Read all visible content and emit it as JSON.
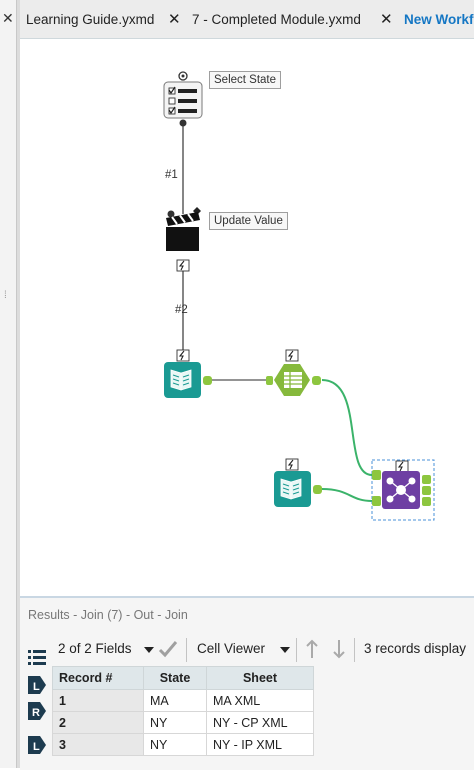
{
  "tabs": [
    {
      "label": "Learning Guide.yxmd",
      "close": "✕"
    },
    {
      "label": "7 - Completed Module.yxmd",
      "close": "✕"
    },
    {
      "label": "New Workf",
      "active": true
    }
  ],
  "left_pane": {
    "close": "✕",
    "grip": "⁞"
  },
  "canvas": {
    "annotations": {
      "select_state": "Select State",
      "update_value": "Update Value"
    },
    "connections": {
      "c1": "#1",
      "c2": "#2"
    },
    "tool_colors": {
      "interface": "#5a5a5a",
      "input": "#1a9a93",
      "select": "#86b93c",
      "join": "#6e3fa3",
      "connector": "#8dc63f"
    }
  },
  "results": {
    "title": "Results - Join (7) - Out - Join",
    "toolbar": {
      "fields": "2 of 2 Fields",
      "viewer": "Cell Viewer",
      "records": "3 records display"
    },
    "side_icons": [
      "list-icon",
      "left-output-icon",
      "right-output-icon",
      "join-output-icon"
    ],
    "side_labels": {
      "l": "L",
      "r": "R",
      "j": "L"
    },
    "columns": [
      "Record #",
      "State",
      "Sheet"
    ],
    "rows": [
      {
        "record": "1",
        "state": "MA",
        "sheet": "MA XML"
      },
      {
        "record": "2",
        "state": "NY",
        "sheet": "NY - CP XML"
      },
      {
        "record": "3",
        "state": "NY",
        "sheet": "NY - IP XML"
      }
    ]
  }
}
